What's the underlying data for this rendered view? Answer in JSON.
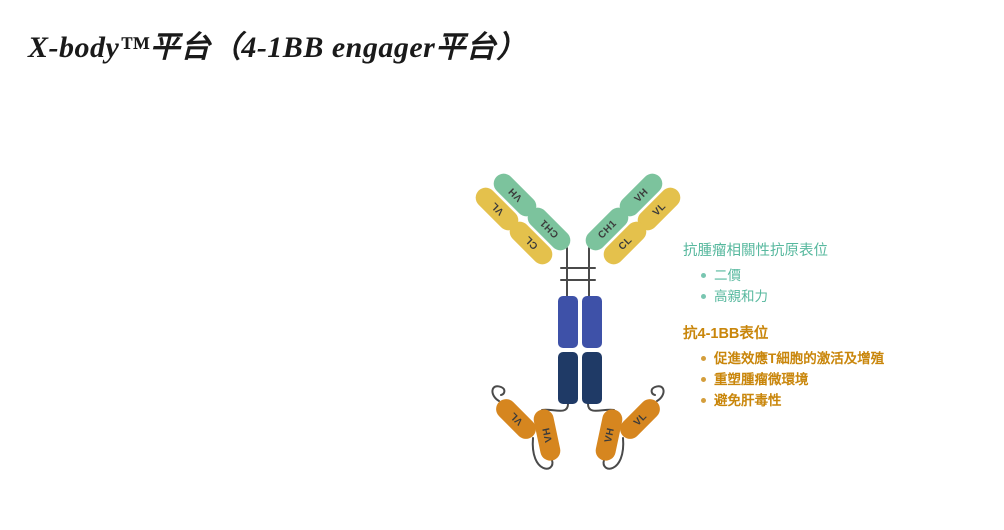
{
  "title": "X-body™平台（4-1BB engager平台）",
  "antibody": {
    "domain_labels": {
      "vh": "VH",
      "vl": "VL",
      "ch1": "CH1",
      "cl": "CL"
    },
    "colors": {
      "fab_heavy": "#7cc39d",
      "fab_light": "#e4c14c",
      "ch2": "#3e51a8",
      "ch3": "#1f3a66",
      "scfv": "#d6861f",
      "connector": "#4a4a4a",
      "label_text": "#3b3b3b"
    }
  },
  "annotations": {
    "tumor_epitope": {
      "title": "抗腫瘤相關性抗原表位",
      "color": "#57b89e",
      "bullets": [
        "二價",
        "高親和力"
      ]
    },
    "epitope_41bb": {
      "title": "抗4-1BB表位",
      "color": "#c9860b",
      "bullets": [
        "促進效應T細胞的激活及增殖",
        "重塑腫瘤微環境",
        "避免肝毒性"
      ]
    }
  }
}
